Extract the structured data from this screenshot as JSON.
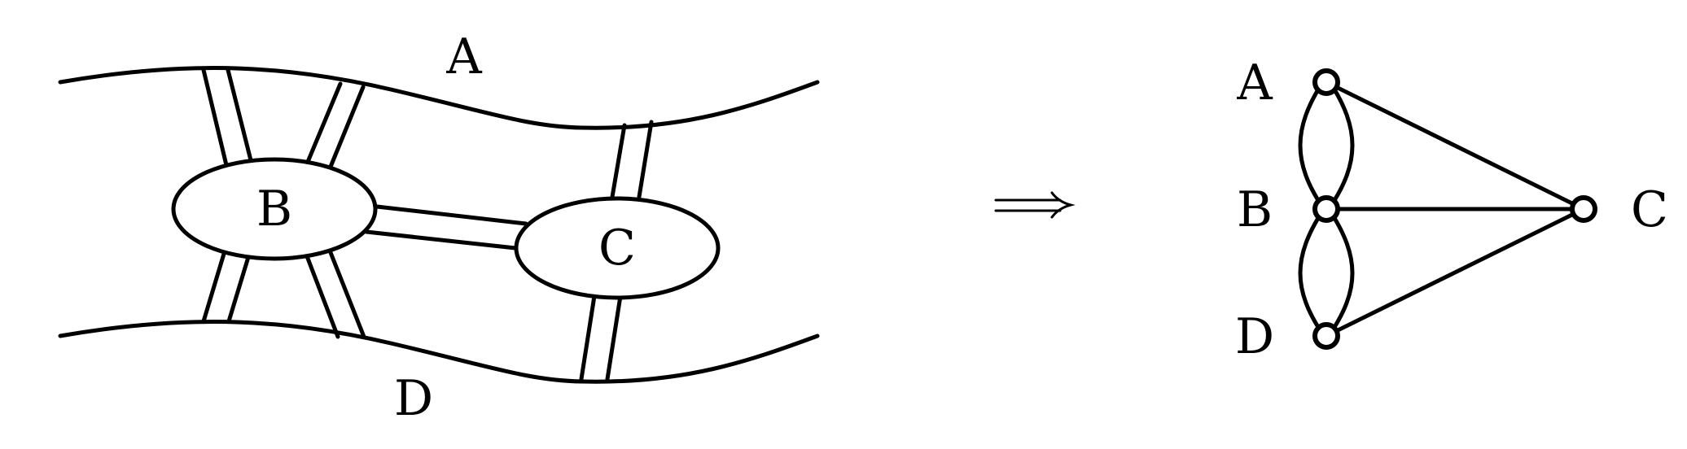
{
  "diagram": {
    "map_labels": {
      "north_bank": "A",
      "island_b": "B",
      "island_c": "C",
      "south_bank": "D"
    },
    "arrow_symbol": "⟹",
    "graph_labels": {
      "a": "A",
      "b": "B",
      "c": "C",
      "d": "D"
    },
    "bridges": [
      {
        "from": "A",
        "to": "B",
        "count": 2
      },
      {
        "from": "B",
        "to": "D",
        "count": 2
      },
      {
        "from": "A",
        "to": "C",
        "count": 1
      },
      {
        "from": "B",
        "to": "C",
        "count": 1
      },
      {
        "from": "C",
        "to": "D",
        "count": 1
      }
    ]
  }
}
